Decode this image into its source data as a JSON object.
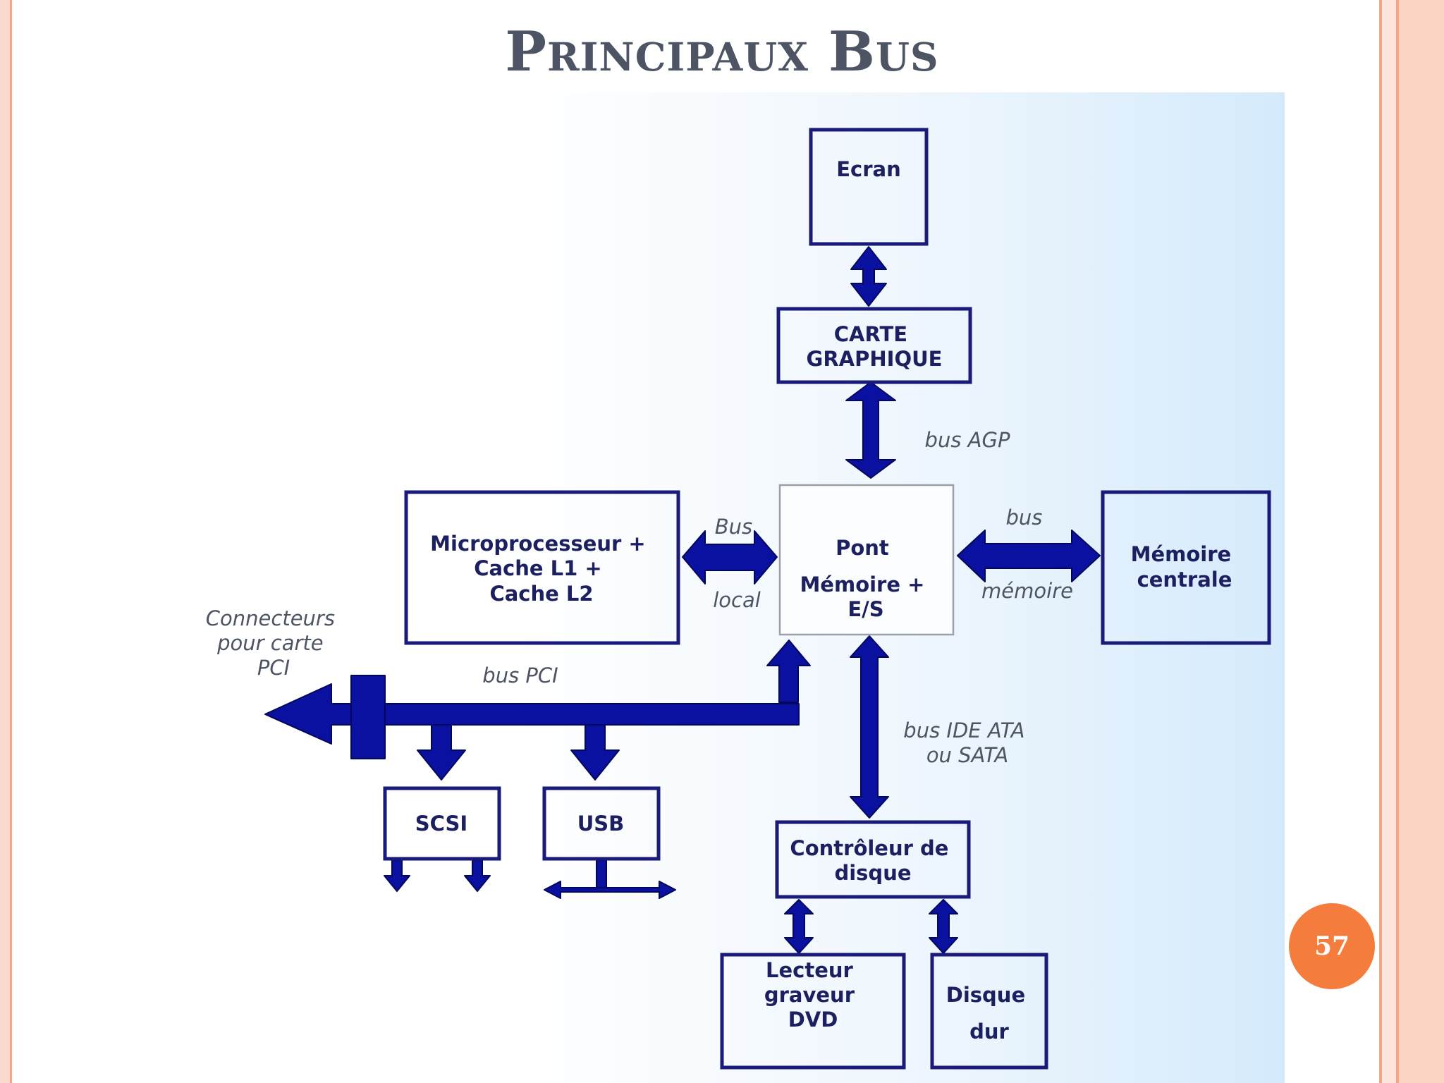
{
  "slide": {
    "title": "Principaux Bus",
    "page_number": "57"
  },
  "diagram": {
    "nodes": {
      "ecran": [
        "Ecran"
      ],
      "carte_graphique": [
        "CARTE",
        "GRAPHIQUE"
      ],
      "pont": [
        "Pont",
        "Mémoire +",
        "E/S"
      ],
      "microprocesseur": [
        "Microprocesseur +",
        "Cache L1 +",
        "Cache L2"
      ],
      "memoire_centrale": [
        "Mémoire",
        "centrale"
      ],
      "scsi": [
        "SCSI"
      ],
      "usb": [
        "USB"
      ],
      "controleur": [
        "Contrôleur de",
        "disque"
      ],
      "lecteur_dvd": [
        "Lecteur",
        "graveur",
        "DVD"
      ],
      "disque_dur": [
        "Disque",
        "dur"
      ]
    },
    "edge_labels": {
      "bus_agp": [
        "bus AGP"
      ],
      "bus_local": [
        "Bus",
        "local"
      ],
      "bus_memoire": [
        "bus",
        "mémoire"
      ],
      "bus_pci": [
        "bus PCI"
      ],
      "connecteurs_pci": [
        "Connecteurs",
        "pour carte",
        "PCI"
      ],
      "bus_ide": [
        "bus IDE ATA",
        "ou SATA"
      ]
    }
  },
  "colors": {
    "arrow": "#0a10a0",
    "box_border": "#1a1a7a",
    "title": "#4d5565",
    "badge": "#f47c3c"
  }
}
